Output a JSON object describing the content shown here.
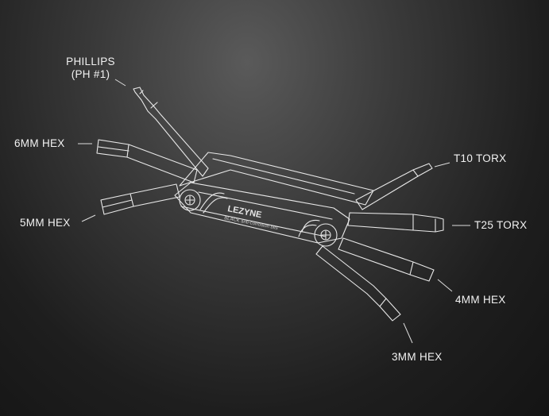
{
  "labels": {
    "phillips_line1": "PHILLIPS",
    "phillips_line2": "(PH #1)",
    "hex6": "6MM HEX",
    "hex5": "5MM HEX",
    "t10": "T10 TORX",
    "t25": "T25 TORX",
    "hex4": "4MM HEX",
    "hex3": "3MM HEX"
  },
  "brand": {
    "logo": "LEZYNE",
    "tagline": "BLACK anti-corrosion bits"
  },
  "colors": {
    "line": "#e6e6e6",
    "background": "#1e1e1e"
  }
}
